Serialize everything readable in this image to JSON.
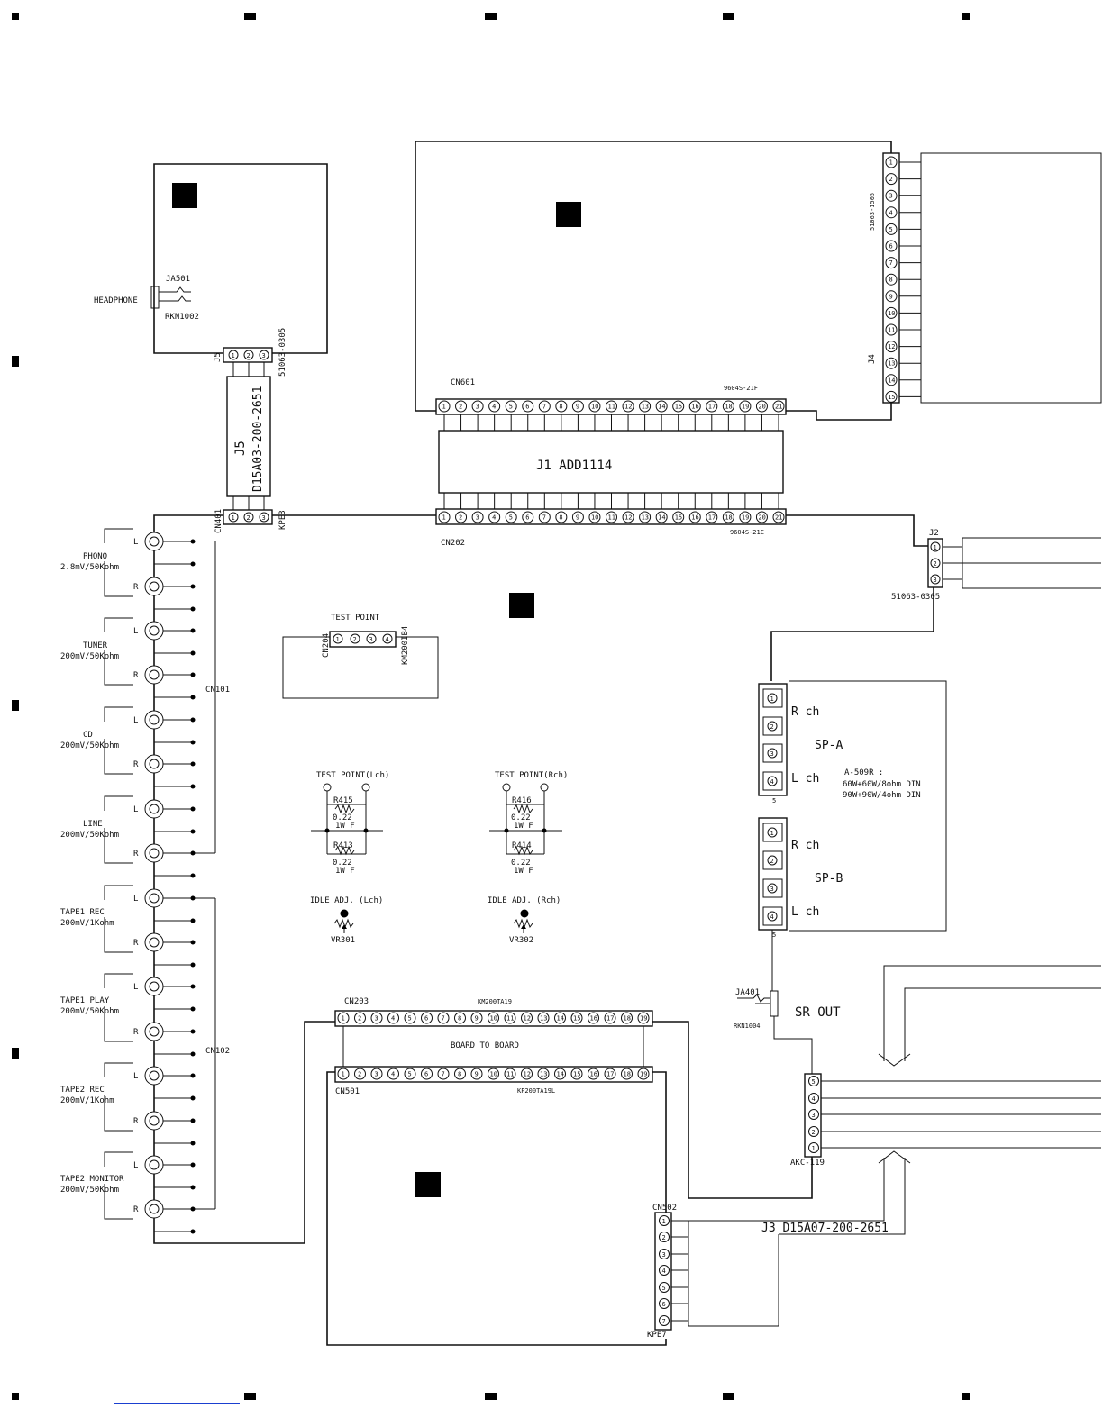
{
  "labels": {
    "headphone": "HEADPHONE",
    "ja501": "JA501",
    "rkn1002": "RKN1002",
    "j5_ref": "J5",
    "j5_part": "51063-0305",
    "j5_cable_ref": "J5",
    "j5_cable_part": "D15A03-200-2651",
    "cn401": "CN401",
    "kpe3": "KPE3",
    "cn601": "CN601",
    "cn601_part": "9604S-21F",
    "j1": "J1 ADD1114",
    "cn202": "CN202",
    "cn202_part": "9604S-21C",
    "j4_ref": "J4",
    "j4_part": "51063-1505",
    "j2_ref": "J2",
    "j2_part": "51063-0305",
    "test_point": "TEST POINT",
    "cn204": "CN204",
    "km200ib4": "KM200IB4",
    "phono_name": "PHONO",
    "phono_spec": "2.8mV/50Kohm",
    "tuner_name": "TUNER",
    "tuner_spec": "200mV/50Kohm",
    "cd_name": "CD",
    "cd_spec": "200mV/50Kohm",
    "line_name": "LINE",
    "line_spec": "200mV/50Kohm",
    "tape1rec_name": "TAPE1 REC",
    "tape1rec_spec": "200mV/1Kohm",
    "tape1play_name": "TAPE1 PLAY",
    "tape1play_spec": "200mV/50Kohm",
    "tape2rec_name": "TAPE2 REC",
    "tape2rec_spec": "200mV/1Kohm",
    "tape2mon_name": "TAPE2 MONITOR",
    "tape2mon_spec": "200mV/50Kohm",
    "ch_l": "L",
    "ch_r": "R",
    "cn101": "CN101",
    "cn102": "CN102",
    "tp_lch": "TEST POINT(Lch)",
    "tp_rch": "TEST POINT(Rch)",
    "r415": "R415",
    "r416": "R416",
    "r413": "R413",
    "r414": "R414",
    "res_value": "0.22",
    "res_rating": "1W F",
    "idle_lch": "IDLE ADJ. (Lch)",
    "idle_rch": "IDLE ADJ. (Rch)",
    "vr301": "VR301",
    "vr302": "VR302",
    "r_ch": "R ch",
    "l_ch": "L ch",
    "sp_a": "SP-A",
    "sp_b": "SP-B",
    "spec_model": "A-509R :",
    "spec_line1": "60W+60W/8ohm DIN",
    "spec_line2": "90W+90W/4ohm DIN",
    "ja401": "JA401",
    "rkn1004": "RKN1004",
    "sr_out": "SR OUT",
    "cn203": "CN203",
    "km200ta19": "KM200TA19",
    "board_to_board": "BOARD TO BOARD",
    "cn501": "CN501",
    "kp200ta19l": "KP200TA19L",
    "akc119": "AKC-119",
    "cn502": "CN502",
    "kpe7": "KPE7",
    "j3": "J3 D15A07-200-2651"
  }
}
